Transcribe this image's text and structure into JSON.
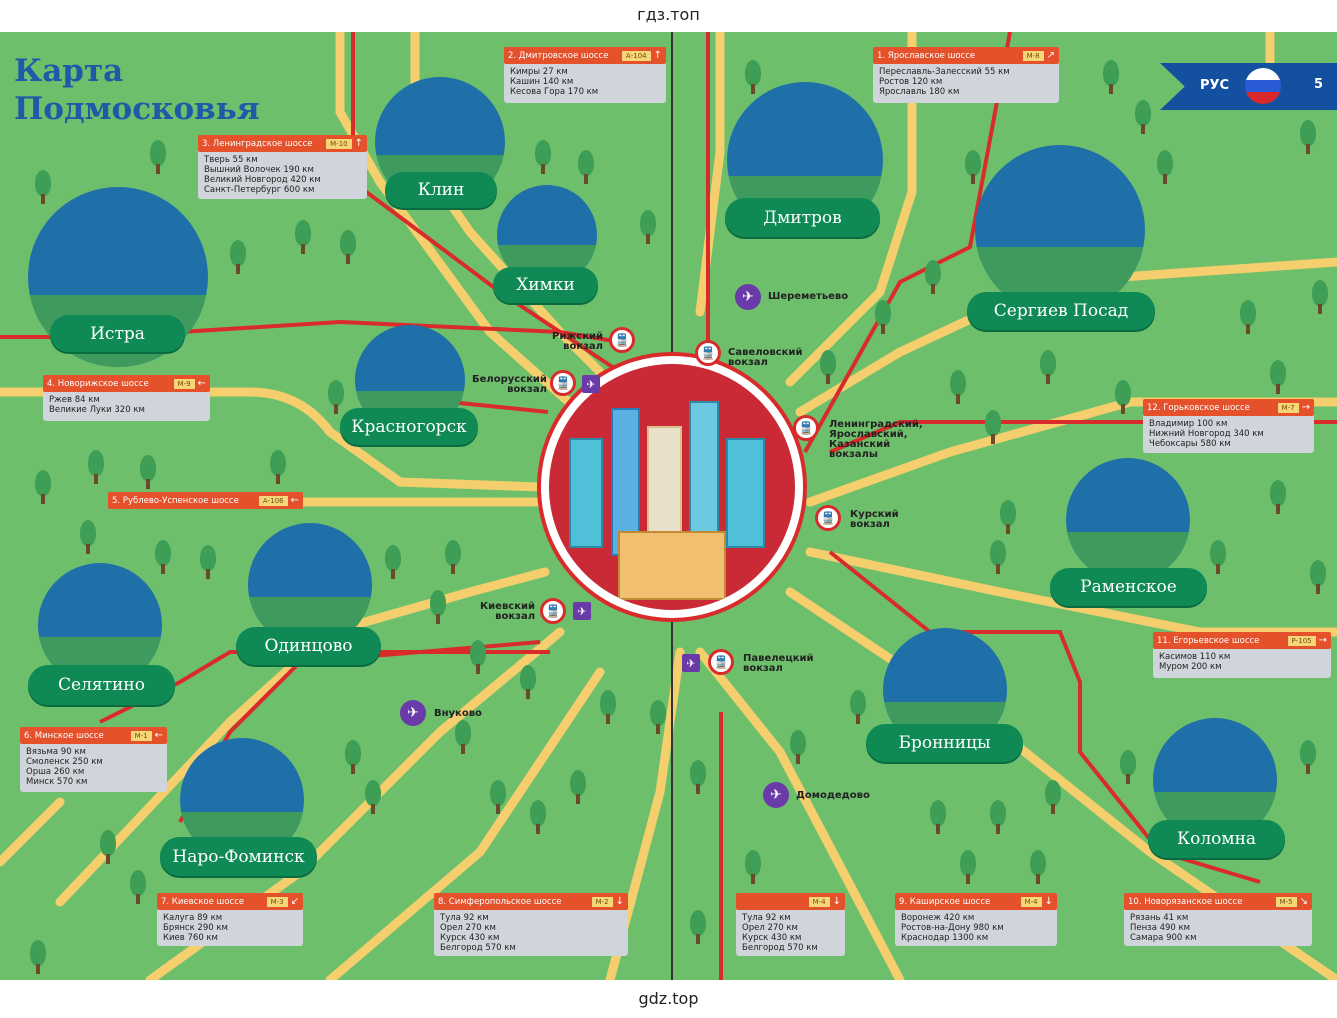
{
  "watermark_top": "гдз.топ",
  "watermark_bottom": "gdz.top",
  "title_line1": "Карта",
  "title_line2": "Подмосковья",
  "badge": {
    "label": "РУС",
    "page": "5"
  },
  "colors": {
    "grass": "#6dbf6b",
    "road": "#f5cf6e",
    "rail": "#d92b2b",
    "pill": "#0f8a55",
    "header": "#e5512b",
    "airport": "#6a3aa8"
  },
  "cities": [
    "Истра",
    "Клин",
    "Химки",
    "Красногорск",
    "Дмитров",
    "Сергиев Посад",
    "Раменское",
    "Одинцово",
    "Селятино",
    "Бронницы",
    "Коломна",
    "Наро-Фоминск"
  ],
  "stations": [
    "Рижский\nвокзал",
    "Белорусский\nвокзал",
    "Савеловский\nвокзал",
    "Ленинградский,\nЯрославский,\nКазанский\nвокзалы",
    "Курский\nвокзал",
    "Киевский\nвокзал",
    "Павелецкий\nвокзал"
  ],
  "airports": [
    "Шереметьево",
    "Внуково",
    "Домодедово"
  ],
  "highways": [
    {
      "name": "1. Ярославское шоссе",
      "code": "М-8",
      "arrow": "↗",
      "dest": [
        "Переславль-Залесский 55 км",
        "Ростов 120 км",
        "Ярославль 180 км"
      ]
    },
    {
      "name": "2. Дмитровское шоссе",
      "code": "А-104",
      "arrow": "↑",
      "dest": [
        "Кимры 27 км",
        "Кашин 140 км",
        "Кесова Гора 170 км"
      ]
    },
    {
      "name": "3. Ленинградское шоссе",
      "code": "М-10",
      "arrow": "↑",
      "dest": [
        "Тверь 55 км",
        "Вышний Волочек 190 км",
        "Великий Новгород 420 км",
        "Санкт-Петербург 600 км"
      ]
    },
    {
      "name": "4. Новорижское шоссе",
      "code": "М-9",
      "arrow": "←",
      "dest": [
        "Ржев 84 км",
        "Великие Луки 320 км"
      ]
    },
    {
      "name": "5. Рублево-Успенское шоссе",
      "code": "А-106",
      "arrow": "←",
      "dest": []
    },
    {
      "name": "6. Минское шоссе",
      "code": "М-1",
      "arrow": "←",
      "dest": [
        "Вязьма 90 км",
        "Смоленск 250 км",
        "Орша 260 км",
        "Минск 570 км"
      ]
    },
    {
      "name": "7. Киевское шоссе",
      "code": "М-3",
      "arrow": "↙",
      "dest": [
        "Калуга 89 км",
        "Брянск 290 км",
        "Киев 760 км"
      ]
    },
    {
      "name": "8. Симферопольское шоссе",
      "code": "М-2",
      "arrow": "↓",
      "dest": [
        "Тула 92 км",
        "Орел 270 км",
        "Курск 430 км",
        "Белгород 570 км"
      ]
    },
    {
      "name": "",
      "code": "М-4",
      "arrow": "↓",
      "dest": [
        "Тула 92 км",
        "Орел 270 км",
        "Курск 430 км",
        "Белгород 570 км"
      ]
    },
    {
      "name": "9. Каширское шоссе",
      "code": "М-4",
      "arrow": "↓",
      "dest": [
        "Воронеж 420 км",
        "Ростов-на-Дону 980 км",
        "Краснодар 1300 км"
      ]
    },
    {
      "name": "10. Новорязанское шоссе",
      "code": "М-5",
      "arrow": "↘",
      "dest": [
        "Рязань 41 км",
        "Пенза 490 км",
        "Самара 900 км"
      ]
    },
    {
      "name": "11. Егорьевское шоссе",
      "code": "Р-105",
      "arrow": "→",
      "dest": [
        "Касимов 110 км",
        "Муром 200 км"
      ]
    },
    {
      "name": "12. Горьковское шоссе",
      "code": "М-7",
      "arrow": "→",
      "dest": [
        "Владимир 100 км",
        "Нижний Новгород 340 км",
        "Чебоксары 580 км"
      ]
    }
  ]
}
